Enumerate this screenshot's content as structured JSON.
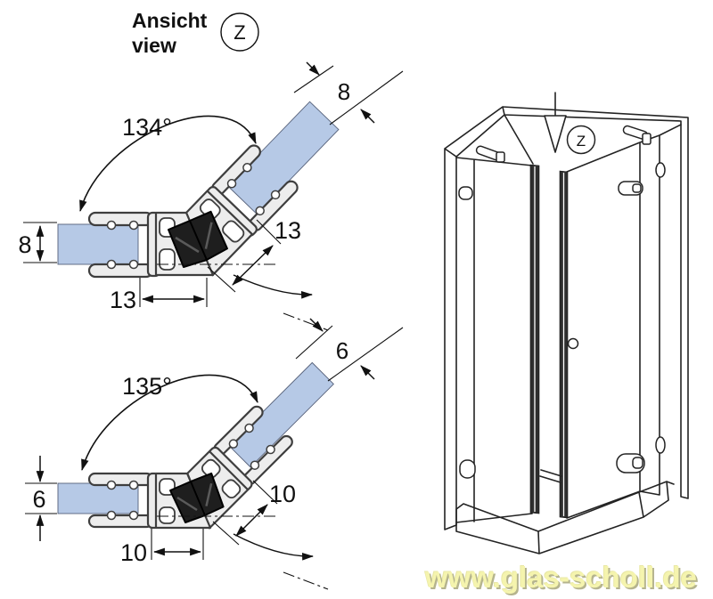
{
  "header": {
    "title_line1": "Ansicht",
    "title_line2": "view",
    "detail_mark": "Z"
  },
  "diagrams": [
    {
      "angle": "134°",
      "glass_left": "8",
      "glass_right": "8",
      "depth": "13",
      "depth_diagonal": "13"
    },
    {
      "angle": "135°",
      "glass_left": "6",
      "glass_right": "6",
      "depth": "10",
      "depth_diagonal": "10"
    }
  ],
  "illustration": {
    "detail_mark": "Z"
  },
  "watermark": {
    "text": "www.glas-scholl.de"
  },
  "colors": {
    "glass": "#b6c9e6",
    "profile_fill": "#ededed",
    "profile_stroke": "#3e3e3e",
    "magnet": "#1e1e1e",
    "seal_strip": "#2e2e2e",
    "ink": "#111111",
    "watermark_fill": "#f5f4ae",
    "watermark_shadow": "#b5b48e"
  }
}
